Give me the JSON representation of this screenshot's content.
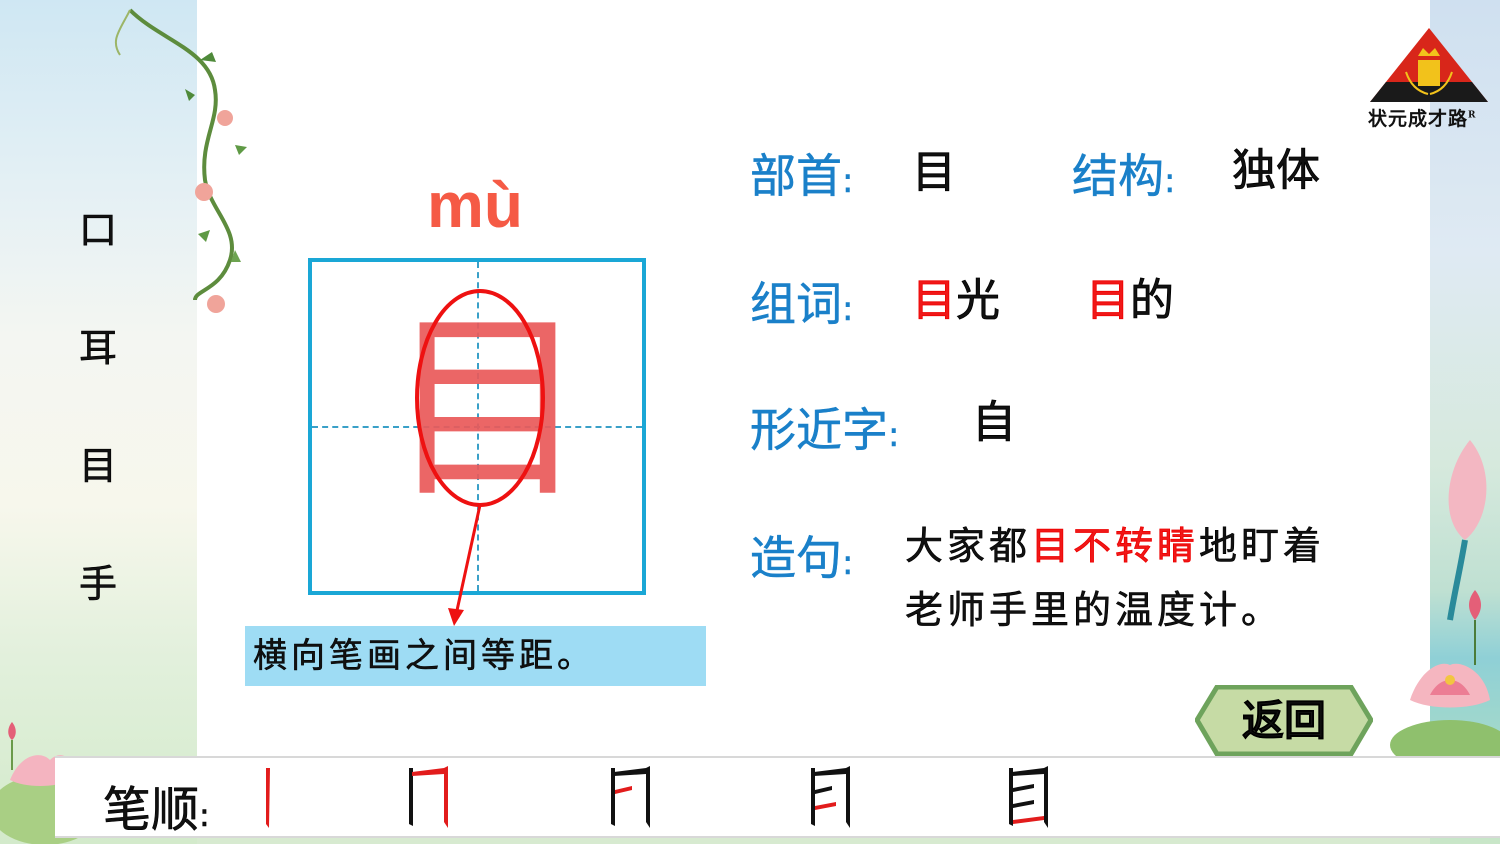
{
  "logo": {
    "name": "状元成才路",
    "registered_mark": "R",
    "colors": {
      "red": "#d8261a",
      "black": "#1a1a1a",
      "gold": "#f2c21b"
    }
  },
  "character_list": [
    "口",
    "耳",
    "目",
    "手"
  ],
  "character": {
    "pinyin": "mù",
    "glyph": "目",
    "note": "横向笔画之间等距。"
  },
  "info": {
    "radical": {
      "label": "部首",
      "colon": ":",
      "value": "目"
    },
    "structure": {
      "label": "结构",
      "colon": ":",
      "value": "独体"
    },
    "words": {
      "label": "组词",
      "colon": ":",
      "items": [
        {
          "highlight": "目",
          "rest": "光"
        },
        {
          "highlight": "目",
          "rest": "的"
        }
      ]
    },
    "similar": {
      "label": "形近字",
      "colon": ":",
      "value": "自"
    },
    "sentence": {
      "label": "造句",
      "colon": ":",
      "before": "大家都",
      "highlight": "目不转睛",
      "after": "地盯着",
      "line2": "老师手里的温度计。"
    }
  },
  "back_button": {
    "label": "返回"
  },
  "stroke_order": {
    "label": "笔顺",
    "colon": ":",
    "steps": 5
  },
  "colors": {
    "label_blue": "#1a80c9",
    "highlight_red": "#f01818",
    "pinyin_red": "#f55a45",
    "grid_blue": "#1aa7d6",
    "note_bg": "#9edcf4"
  }
}
